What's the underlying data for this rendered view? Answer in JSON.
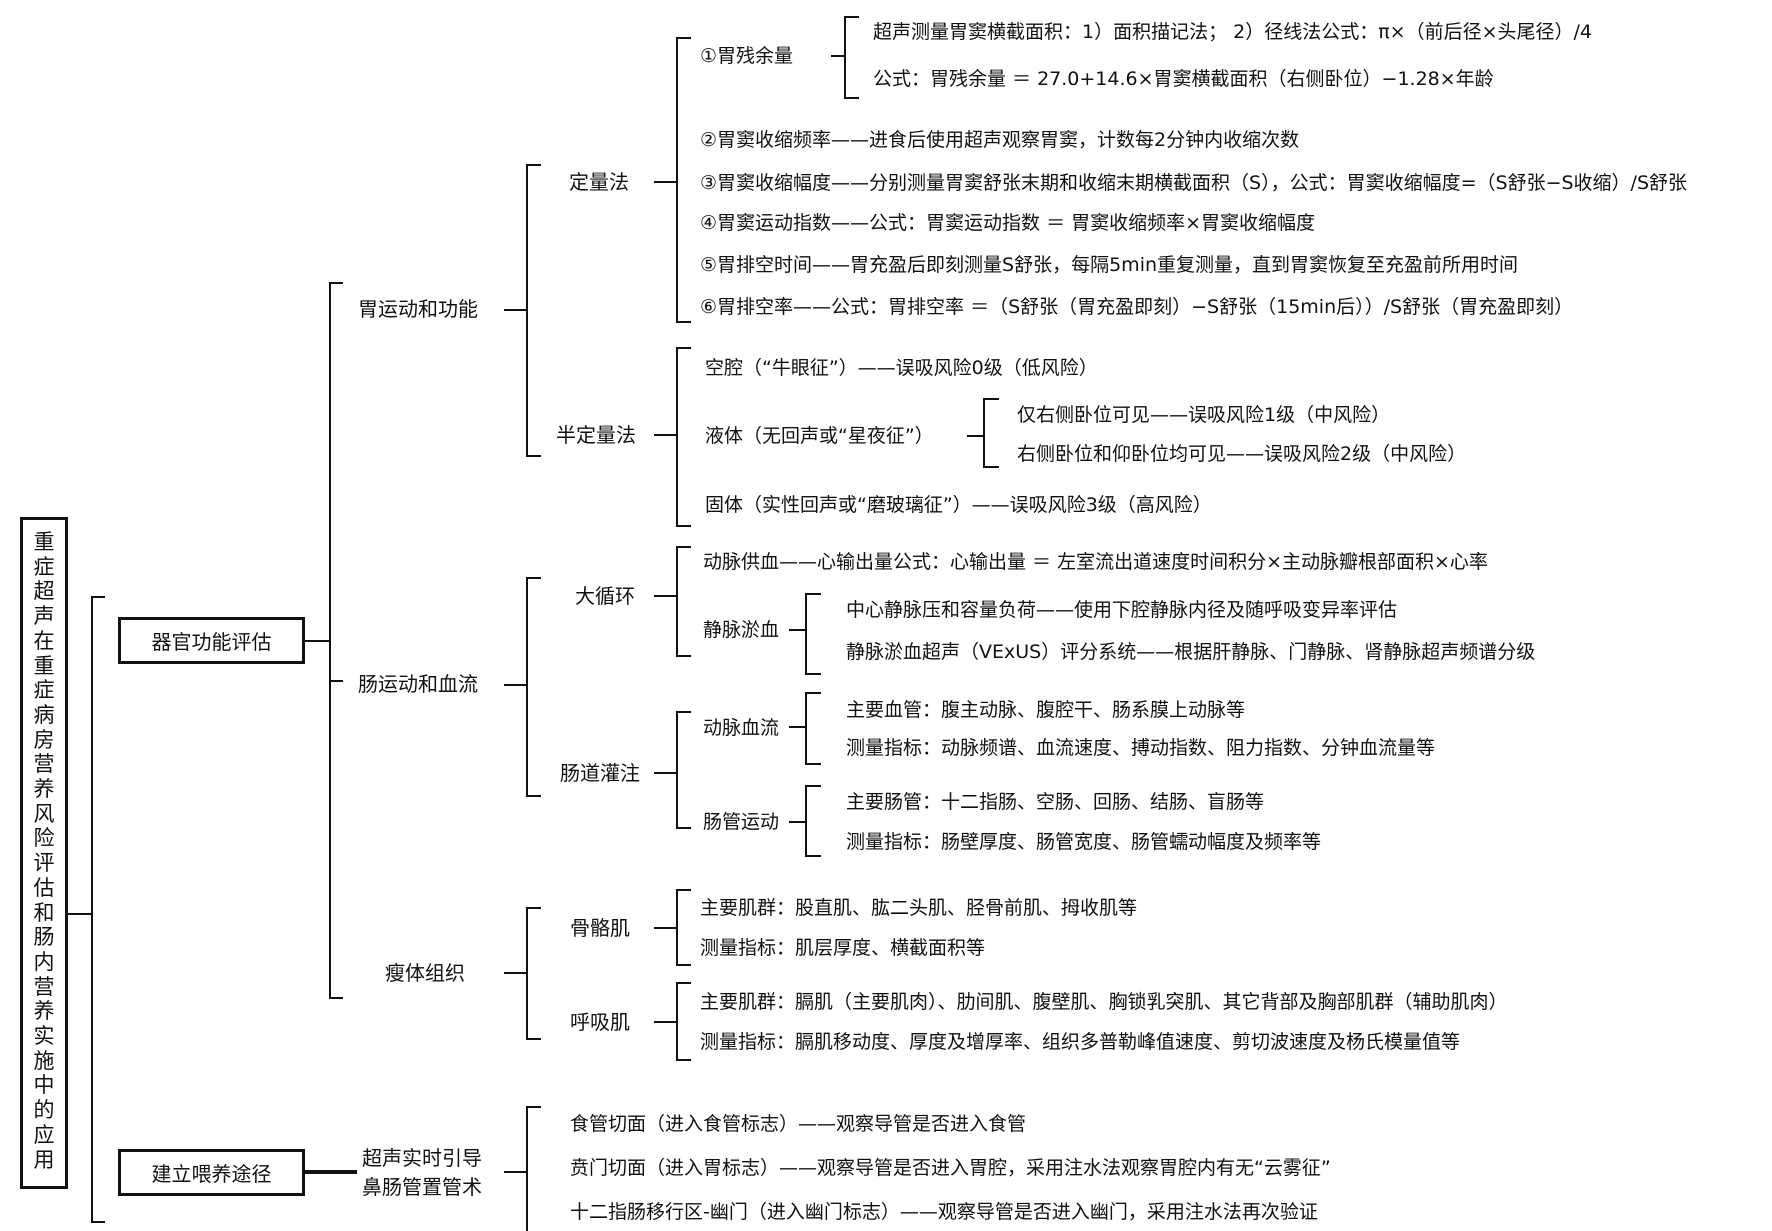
{
  "root": {
    "title": "重症超声在重症病房营养风险评估和肠内营养实施中的应用"
  },
  "level1": {
    "organ": "器官功能评估",
    "feeding": "建立喂养途径"
  },
  "level2": {
    "gastric": "胃运动和功能",
    "intestinal": "肠运动和血流",
    "lean": "瘦体组织",
    "guide_line1": "超声实时引导",
    "guide_line2": "鼻肠管置管术"
  },
  "level3": {
    "quant": "定量法",
    "semi": "半定量法",
    "macro": "大循环",
    "perfusion": "肠道灌注",
    "skeletal": "骨骼肌",
    "respiratory": "呼吸肌"
  },
  "quant_items": {
    "residual": "①胃残余量",
    "residual_a": "超声测量胃窦横截面积：1）面积描记法；  2）径线法公式：π×（前后径×头尾径）/4",
    "residual_b": "公式：胃残余量 ＝ 27.0+14.6×胃窦横截面积（右侧卧位）−1.28×年龄",
    "freq": "②胃窦收缩频率——进食后使用超声观察胃窦，计数每2分钟内收缩次数",
    "amp": "③胃窦收缩幅度——分别测量胃窦舒张末期和收缩末期横截面积（S），公式：胃窦收缩幅度=（S舒张−S收缩）/S舒张",
    "motility": "④胃窦运动指数——公式：胃窦运动指数 ＝ 胃窦收缩频率×胃窦收缩幅度",
    "empty_time": "⑤胃排空时间——胃充盈后即刻测量S舒张，每隔5min重复测量，直到胃窦恢复至充盈前所用时间",
    "empty_rate": "⑥胃排空率——公式：胃排空率 ＝（S舒张（胃充盈即刻）−S舒张（15min后））/S舒张（胃充盈即刻）"
  },
  "semi_items": {
    "empty": "空腔（“牛眼征”）——误吸风险0级（低风险）",
    "liquid": "液体（无回声或“星夜征”）",
    "liquid_a": "仅右侧卧位可见——误吸风险1级（中风险）",
    "liquid_b": "右侧卧位和仰卧位均可见——误吸风险2级（中风险）",
    "solid": "固体（实性回声或“磨玻璃征”）——误吸风险3级（高风险）"
  },
  "macro_items": {
    "arterial": "动脉供血——心输出量公式：心输出量 ＝ 左室流出道速度时间积分×主动脉瓣根部面积×心率",
    "venous": "静脉淤血",
    "venous_a": "中心静脉压和容量负荷——使用下腔静脉内径及随呼吸变异率评估",
    "venous_b": "静脉淤血超声（VExUS）评分系统——根据肝静脉、门静脉、肾静脉超声频谱分级"
  },
  "perfusion_items": {
    "arterial_flow": "动脉血流",
    "af_a": "主要血管：腹主动脉、腹腔干、肠系膜上动脉等",
    "af_b": "测量指标：动脉频谱、血流速度、搏动指数、阻力指数、分钟血流量等",
    "bowel": "肠管运动",
    "bw_a": "主要肠管：十二指肠、空肠、回肠、结肠、盲肠等",
    "bw_b": "测量指标：肠壁厚度、肠管宽度、肠管蠕动幅度及频率等"
  },
  "skeletal_items": {
    "a": "主要肌群：股直肌、肱二头肌、胫骨前肌、拇收肌等",
    "b": "测量指标：肌层厚度、横截面积等"
  },
  "respiratory_items": {
    "a": "主要肌群：膈肌（主要肌肉）、肋间肌、腹壁肌、胸锁乳突肌、其它背部及胸部肌群（辅助肌肉）",
    "b": "测量指标：膈肌移动度、厚度及增厚率、组织多普勒峰值速度、剪切波速度及杨氏模量值等"
  },
  "feeding_items": {
    "esophagus": "食管切面（进入食管标志）——观察导管是否进入食管",
    "cardia": "贲门切面（进入胃标志）——观察导管是否进入胃腔，采用注水法观察胃腔内有无“云雾征”",
    "pylorus": "十二指肠移行区-幽门（进入幽门标志）——观察导管是否进入幽门，采用注水法再次验证"
  }
}
